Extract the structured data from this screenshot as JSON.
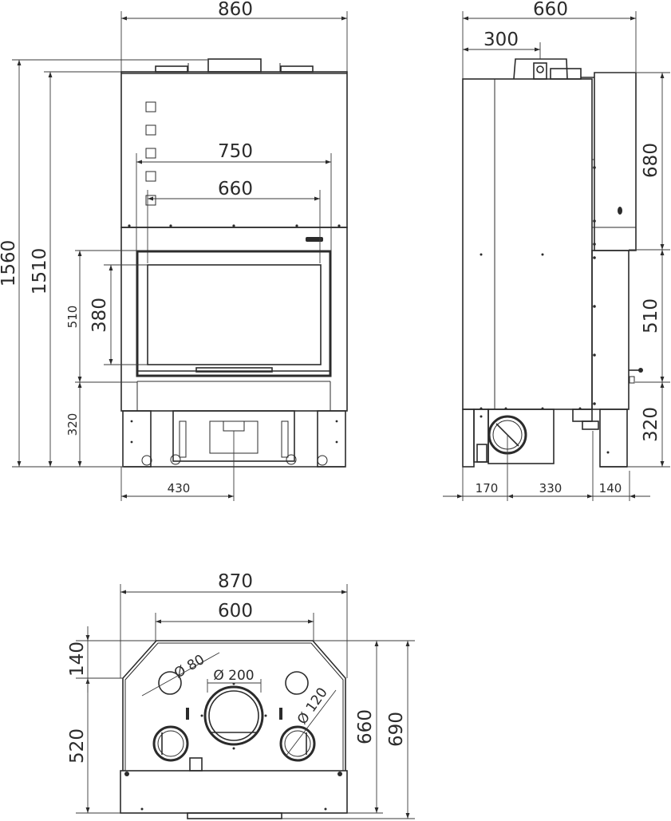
{
  "front_view": {
    "width_overall": "860",
    "height_total": "1560",
    "height_body": "1510",
    "opening_outer_width": "750",
    "opening_inner_width": "660",
    "door_height": "510",
    "glass_height": "380",
    "base_height": "320",
    "flue_offset_x": "430"
  },
  "side_view": {
    "depth_overall": "660",
    "flue_offset_depth": "300",
    "upper_height": "680",
    "door_height": "510",
    "base_height": "320",
    "air_inlet_offset": "170",
    "inlet_to_flue": "330",
    "rear_offset": "140"
  },
  "top_view": {
    "width_overall": "870",
    "front_width": "600",
    "chamfer_depth": "140",
    "rear_depth": "520",
    "depth_body": "660",
    "depth_overall": "690",
    "small_port_diameter": "Ø 80",
    "flue_diameter": "Ø 200",
    "duct_diameter": "Ø 120"
  }
}
